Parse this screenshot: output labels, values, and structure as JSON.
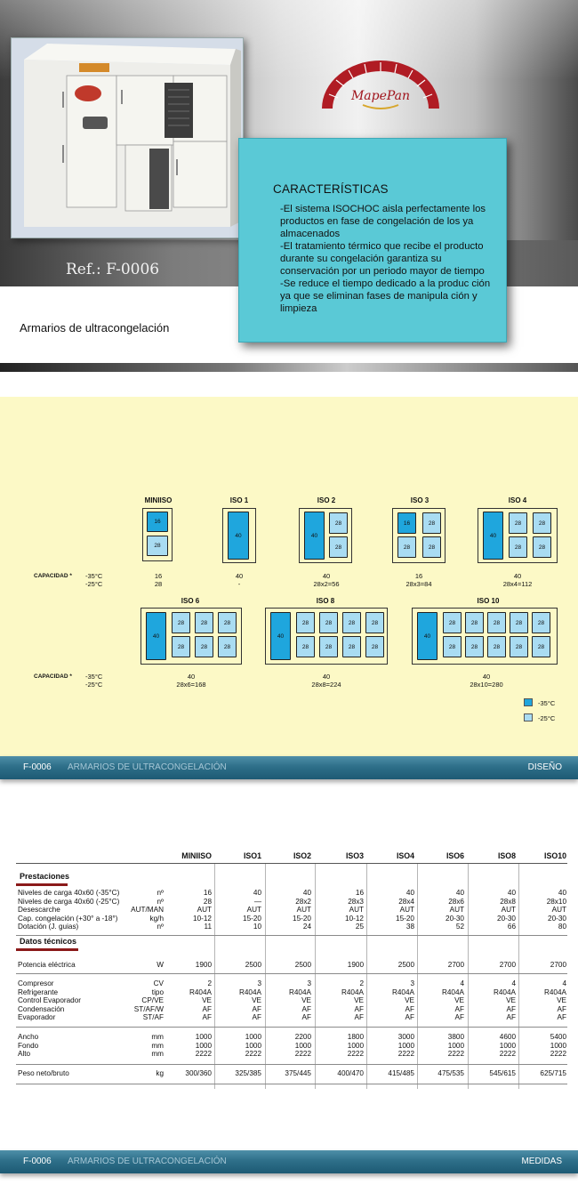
{
  "hero": {
    "ref": "Ref.: F-0006",
    "subtitle": "Armarios de ultracongelación",
    "logo_text": "MapePan",
    "features_title": "CARACTERÍSTICAS",
    "features": [
      "-El sistema ISOCHOC aisla perfectamente los productos en fase de congelación de los ya almacenados",
      "-El tratamiento térmico que recibe el producto durante su congelación garantiza su conservación por un periodo mayor de tiempo",
      "-Se reduce el tiempo dedicado a la produc ción ya que se eliminan fases de manipula ción y limpieza"
    ]
  },
  "diagram": {
    "capacity_label": "CAPACIDAD *",
    "temp_35": "-35°C",
    "temp_25": "-25°C",
    "row1": [
      {
        "name": "MINIISO",
        "cap35": "16",
        "cap25": "28"
      },
      {
        "name": "ISO 1",
        "cap35": "40",
        "cap25": "-"
      },
      {
        "name": "ISO 2",
        "cap35": "40",
        "cap25": "28x2=56"
      },
      {
        "name": "ISO 3",
        "cap35": "16",
        "cap25": "28x3=84"
      },
      {
        "name": "ISO 4",
        "cap35": "40",
        "cap25": "28x4=112"
      }
    ],
    "row2": [
      {
        "name": "ISO 6",
        "cap35": "40",
        "cap25": "28x6=168"
      },
      {
        "name": "ISO 8",
        "cap35": "40",
        "cap25": "28x8=224"
      },
      {
        "name": "ISO 10",
        "cap35": "40",
        "cap25": "28x10=280"
      }
    ],
    "legend": [
      "-35°C",
      "-25°C"
    ],
    "colors": {
      "c35": "#1fa6dd",
      "c25": "#a9dcf2",
      "background": "#fcf9c6"
    }
  },
  "footer_design": {
    "code": "F-0006",
    "title": "ARMARIOS DE ULTRACONGELACIÓN",
    "section": "DISEÑO"
  },
  "specs": {
    "models": [
      "MINIISO",
      "ISO1",
      "ISO2",
      "ISO3",
      "ISO4",
      "ISO6",
      "ISO8",
      "ISO10"
    ],
    "section_prestaciones": "Prestaciones",
    "section_datos": "Datos técnicos",
    "g1": {
      "labels": "Niveles de carga 40x60 (-35°C)\nNiveles de carga 40x60 (-25°C)\nDesescarche\nCap. congelación (+30° a -18°)\nDotación (J. guias)",
      "units": "nº\nnº\nAUT/MAN\nkg/h\nnº",
      "values": [
        "16\n28\nAUT\n10-12\n11",
        "40\n—\nAUT\n15-20\n10",
        "40\n28x2\nAUT\n15-20\n24",
        "16\n28x3\nAUT\n10-12\n25",
        "40\n28x4\nAUT\n15-20\n38",
        "40\n28x6\nAUT\n20-30\n52",
        "40\n28x8\nAUT\n20-30\n66",
        "40\n28x10\nAUT\n20-30\n80"
      ]
    },
    "g2": {
      "labels": "Potencia eléctrica",
      "units": "W",
      "values": [
        "1900",
        "2500",
        "2500",
        "1900",
        "2500",
        "2700",
        "2700",
        "2700"
      ]
    },
    "g3": {
      "labels": "Compresor\nRefrigerante\nControl Evaporador\nCondensación\nEvaporador",
      "units": "CV\ntipo\nCP/VE\nST/AF/W\nST/AF",
      "values": [
        "2\nR404A\nVE\nAF\nAF",
        "3\nR404A\nVE\nAF\nAF",
        "3\nR404A\nVE\nAF\nAF",
        "2\nR404A\nVE\nAF\nAF",
        "3\nR404A\nVE\nAF\nAF",
        "4\nR404A\nVE\nAF\nAF",
        "4\nR404A\nVE\nAF\nAF",
        "4\nR404A\nVE\nAF\nAF"
      ]
    },
    "g4": {
      "labels": "Ancho\nFondo\nAlto",
      "units": "mm\nmm\nmm",
      "values": [
        "1000\n1000\n2222",
        "1000\n1000\n2222",
        "2200\n1000\n2222",
        "1800\n1000\n2222",
        "3000\n1000\n2222",
        "3800\n1000\n2222",
        "4600\n1000\n2222",
        "5400\n1000\n2222"
      ]
    },
    "g5": {
      "labels": "Peso neto/bruto",
      "units": "kg",
      "values": [
        "300/360",
        "325/385",
        "375/445",
        "400/470",
        "415/485",
        "475/535",
        "545/615",
        "625/715"
      ]
    }
  },
  "footer_specs": {
    "code": "F-0006",
    "title": "ARMARIOS DE ULTRACONGELACIÓN",
    "section": "MEDIDAS"
  }
}
